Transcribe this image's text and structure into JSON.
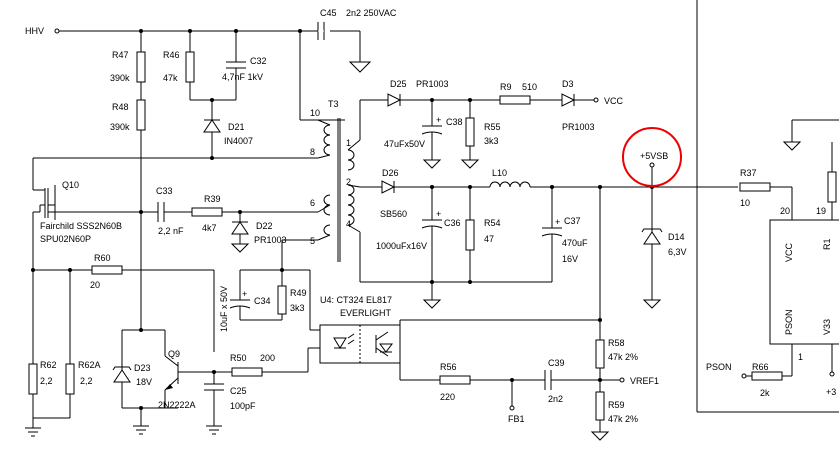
{
  "net": {
    "hhv": "HHV",
    "vcc": "VCC",
    "vref1": "VREF1",
    "fb1": "FB1",
    "pson": "PSON",
    "v5sb": "+5VSB",
    "plus3": "+3"
  },
  "c45": {
    "ref": "C45",
    "val": "2n2 250VAC"
  },
  "r47": {
    "ref": "R47",
    "val": "390k"
  },
  "r48": {
    "ref": "R48",
    "val": "390k"
  },
  "r46": {
    "ref": "R46",
    "val": "47k"
  },
  "c32": {
    "ref": "C32",
    "val": "4,7nF 1kV"
  },
  "d21": {
    "ref": "D21",
    "val": "IN4007"
  },
  "t3": {
    "ref": "T3",
    "p10": "10",
    "p8": "8",
    "p6": "6",
    "p5": "5",
    "p1": "1",
    "p2": "2",
    "p4": "4"
  },
  "d25": {
    "ref": "D25",
    "val": "PR1003"
  },
  "r9": {
    "ref": "R9",
    "val": "510"
  },
  "d3": {
    "ref": "D3",
    "val": "PR1003"
  },
  "c38": {
    "ref": "C38",
    "val": "47uFx50V"
  },
  "r55": {
    "ref": "R55",
    "val": "3k3"
  },
  "d26": {
    "ref": "D26",
    "val": "SB560"
  },
  "l10": {
    "ref": "L10"
  },
  "c36": {
    "ref": "C36",
    "val": "1000uFx16V"
  },
  "r54": {
    "ref": "R54",
    "val": "47"
  },
  "c37": {
    "ref": "C37",
    "val": "470uF",
    "val2": "16V"
  },
  "d14": {
    "ref": "D14",
    "val": "6,3V"
  },
  "r37": {
    "ref": "R37",
    "val": "10"
  },
  "q10": {
    "ref": "Q10",
    "line1": "Fairchild SSS2N60B",
    "line2": "SPU02N60P"
  },
  "c33": {
    "ref": "C33",
    "val": "2,2 nF"
  },
  "r39": {
    "ref": "R39",
    "val": "4k7"
  },
  "d22": {
    "ref": "D22",
    "val": "PR1003"
  },
  "r60": {
    "ref": "R60",
    "val": "20"
  },
  "c34": {
    "ref": "C34",
    "val": "10uF x 50V"
  },
  "r49": {
    "ref": "R49",
    "val": "3k3"
  },
  "u4": {
    "line1": "U4: CT324 EL817",
    "line2": "EVERLIGHT"
  },
  "r62": {
    "ref": "R62",
    "val": "2,2"
  },
  "r62a": {
    "ref": "R62A",
    "val": "2,2"
  },
  "d23": {
    "ref": "D23",
    "val": "18V"
  },
  "q9": {
    "ref": "Q9",
    "val": "2N2222A"
  },
  "r50": {
    "ref": "R50",
    "val": "200"
  },
  "c25": {
    "ref": "C25",
    "val": "100pF"
  },
  "r56": {
    "ref": "R56",
    "val": "220"
  },
  "c39": {
    "ref": "C39",
    "val": "2n2"
  },
  "r58": {
    "ref": "R58",
    "val": "47k 2%"
  },
  "r59": {
    "ref": "R59",
    "val": "47k 2%"
  },
  "r66": {
    "ref": "R66",
    "val": "2k"
  },
  "ic": {
    "pin20": "20",
    "pin19": "19",
    "pin1": "1",
    "vcc": "VCC",
    "r1": "R1",
    "pson": "PSON",
    "v33": "V33"
  },
  "highlight_color": "#e00000"
}
